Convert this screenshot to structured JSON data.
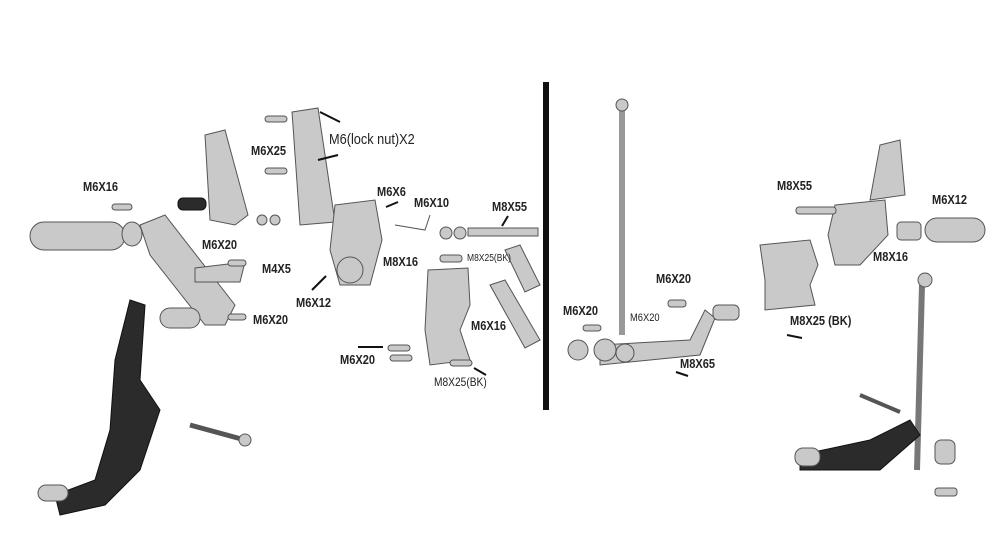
{
  "left_assembly": {
    "labels": [
      "M6X16",
      "M6X20",
      "M4X5",
      "M6X20",
      "M6X25",
      "M6(lock nut)X2",
      "M6X6",
      "M6X10",
      "M8X16",
      "M6X12",
      "M8X55",
      "M8X25(BK)",
      "M6X16",
      "M6X20",
      "M8X25(BK)"
    ]
  },
  "right_assembly": {
    "labels": [
      "M6X20",
      "M6X20",
      "M6X20",
      "M8X65",
      "M8X55",
      "M6X12",
      "M8X16",
      "M8X25 (BK)"
    ]
  }
}
